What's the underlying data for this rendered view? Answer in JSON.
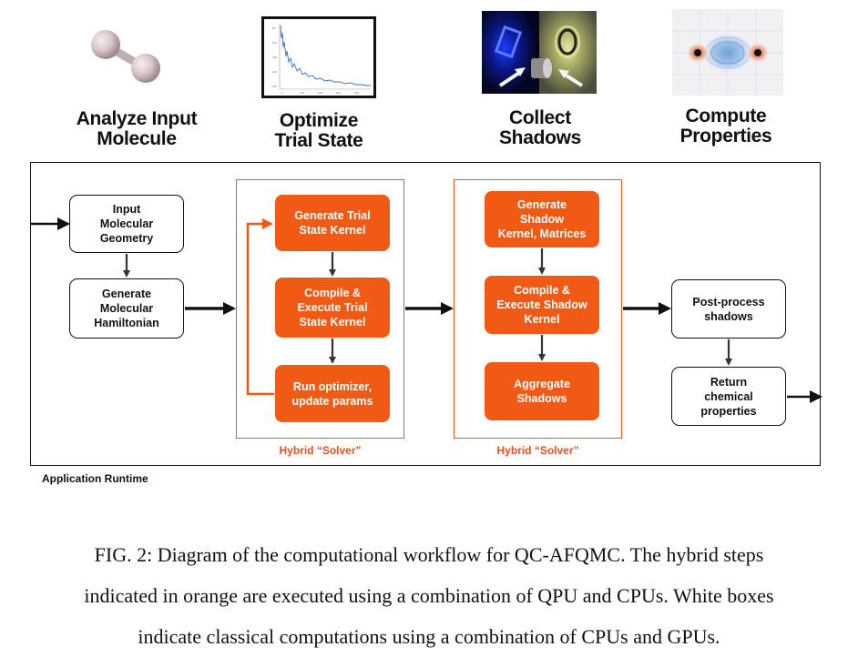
{
  "stages": [
    {
      "title_line1": "Analyze Input",
      "title_line2": "Molecule",
      "icon": "molecule-icon"
    },
    {
      "title_line1": "Optimize",
      "title_line2": "Trial State",
      "icon": "convergence-plot-icon"
    },
    {
      "title_line1": "Collect",
      "title_line2": "Shadows",
      "icon": "shadow-projection-icon"
    },
    {
      "title_line1": "Compute",
      "title_line2": "Properties",
      "icon": "orbital-density-icon"
    }
  ],
  "runtime": {
    "label": "Application Runtime"
  },
  "classical_boxes": {
    "input_geometry": [
      "Input",
      "Molecular",
      "Geometry"
    ],
    "hamiltonian": [
      "Generate",
      "Molecular",
      "Hamiltonian"
    ],
    "postprocess": [
      "Post-process",
      "shadows"
    ],
    "return_props": [
      "Return",
      "chemical",
      "properties"
    ]
  },
  "solver1": {
    "label": "Hybrid “Solver”",
    "steps": [
      [
        "Generate Trial",
        "State Kernel"
      ],
      [
        "Compile &",
        "Execute Trial",
        "State Kernel"
      ],
      [
        "Run optimizer,",
        "update params"
      ]
    ]
  },
  "solver2": {
    "label": "Hybrid “Solver”",
    "steps": [
      [
        "Generate",
        "Shadow",
        "Kernel, Matrices"
      ],
      [
        "Compile &",
        "Execute Shadow",
        "Kernel"
      ],
      [
        "Aggregate",
        "Shadows"
      ]
    ]
  },
  "caption": [
    "FIG. 2: Diagram of the computational workflow for QC-AFQMC. The hybrid steps",
    "indicated in orange are executed using a combination of QPU and CPUs. White boxes",
    "indicate classical computations using a combination of CPUs and GPUs."
  ],
  "colors": {
    "hybrid": "#f05a14",
    "classical_border": "#111111"
  }
}
